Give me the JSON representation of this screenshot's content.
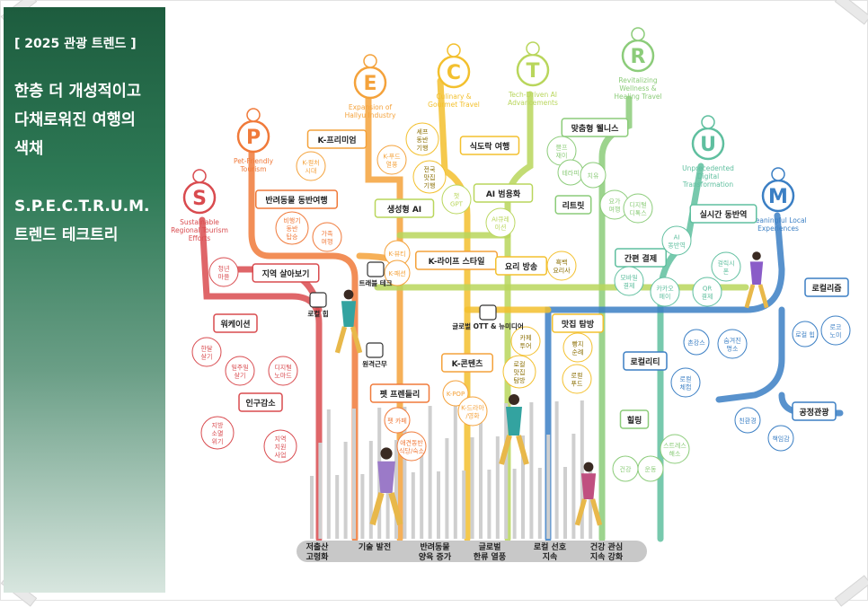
{
  "panel": {
    "tag": "[ 2025 관광 트렌드 ]",
    "headline": [
      "한층 더 개성적이고",
      "다채로워진 여행의",
      "색채"
    ],
    "subhead": [
      "S.P.E.C.T.R.U.M.",
      "트렌드 테크트리"
    ]
  },
  "colors": {
    "panel": "#2e7a56",
    "S": "#d94b4f",
    "P": "#f07a3a",
    "E": "#f4a23b",
    "C": "#f3c02e",
    "T": "#b9d65c",
    "R": "#8ccc7a",
    "U": "#5fbf9f",
    "M": "#3b7fc4"
  },
  "letters": [
    {
      "id": "S",
      "label": "Sustainable Regional Tourism Efforts"
    },
    {
      "id": "P",
      "label": "Pet-Friendly Tourism"
    },
    {
      "id": "E",
      "label": "Expansion of Hallyu Industry"
    },
    {
      "id": "C",
      "label": "Culinary & Gourmet Travel"
    },
    {
      "id": "T",
      "label": "Tech-Driven AI Advancements"
    },
    {
      "id": "R",
      "label": "Revitalizing Wellness & Healing Travel"
    },
    {
      "id": "U",
      "label": "Unprecedented Digital Transformation"
    },
    {
      "id": "M",
      "label": "Meaningful Local Experiences"
    }
  ],
  "boxes": [
    {
      "id": "k-premium",
      "text": "K-프리미엄"
    },
    {
      "id": "pet-travel",
      "text": "반려동물 동반여행"
    },
    {
      "id": "gen-ai",
      "text": "생성형 AI"
    },
    {
      "id": "restaurant",
      "text": "식도락 여행"
    },
    {
      "id": "ai-general",
      "text": "AI 범용화"
    },
    {
      "id": "wellness",
      "text": "맞춤형 웰니스"
    },
    {
      "id": "retreat",
      "text": "리트릿"
    },
    {
      "id": "realtime",
      "text": "실시간 동반역"
    },
    {
      "id": "simple-pay",
      "text": "간편 결제"
    },
    {
      "id": "local-living",
      "text": "지역 살아보기"
    },
    {
      "id": "k-life",
      "text": "K-라이프 스타일"
    },
    {
      "id": "cooking",
      "text": "요리 방송"
    },
    {
      "id": "localism",
      "text": "로컬리즘"
    },
    {
      "id": "workation",
      "text": "워케이션"
    },
    {
      "id": "tasty",
      "text": "맛집 탐방"
    },
    {
      "id": "locality",
      "text": "로컬리티"
    },
    {
      "id": "k-content",
      "text": "K-콘텐츠"
    },
    {
      "id": "petfam",
      "text": "펫 프렌들리"
    },
    {
      "id": "pop-decline",
      "text": "인구감소"
    },
    {
      "id": "healing",
      "text": "힐링"
    },
    {
      "id": "fair",
      "text": "공정관광"
    }
  ],
  "smalls": [
    {
      "id": "s1",
      "text": "K-컬처 시대"
    },
    {
      "id": "s2",
      "text": "K-푸드 열풍"
    },
    {
      "id": "s3",
      "text": "셰프 동반 기행"
    },
    {
      "id": "s4",
      "text": "전국 맛집 기행"
    },
    {
      "id": "s5",
      "text": "챗 GPT"
    },
    {
      "id": "s6",
      "text": "AI큐레 이션"
    },
    {
      "id": "s7",
      "text": "블프 재이"
    },
    {
      "id": "s8",
      "text": "테라피"
    },
    {
      "id": "s9",
      "text": "치유"
    },
    {
      "id": "s10",
      "text": "요가 여행"
    },
    {
      "id": "s11",
      "text": "디지털 디톡스"
    },
    {
      "id": "s12",
      "text": "AI 동반역"
    },
    {
      "id": "s13",
      "text": "모바일 결제"
    },
    {
      "id": "s14",
      "text": "카카오 페이"
    },
    {
      "id": "s15",
      "text": "QR 결제"
    },
    {
      "id": "s16",
      "text": "걸릭시 폰"
    },
    {
      "id": "s17",
      "text": "비행기 동반 탑승"
    },
    {
      "id": "s18",
      "text": "가족 여행"
    },
    {
      "id": "s19",
      "text": "K-뷰티"
    },
    {
      "id": "s20",
      "text": "K-패션"
    },
    {
      "id": "s21",
      "text": "흑백 요리사"
    },
    {
      "id": "s22",
      "text": "청년 마을"
    },
    {
      "id": "s23",
      "text": "로컬 힙"
    },
    {
      "id": "s24",
      "text": "로코 노미"
    },
    {
      "id": "s25",
      "text": "카페 투어"
    },
    {
      "id": "s26",
      "text": "빵지 순례"
    },
    {
      "id": "s27",
      "text": "로컬 맛집 탐방"
    },
    {
      "id": "s28",
      "text": "로컬 푸드"
    },
    {
      "id": "s29",
      "text": "한달 살기"
    },
    {
      "id": "s30",
      "text": "일주일 살기"
    },
    {
      "id": "s31",
      "text": "디지털 노마드"
    },
    {
      "id": "s32",
      "text": "촌캉스"
    },
    {
      "id": "s33",
      "text": "숨겨진 명소"
    },
    {
      "id": "s34",
      "text": "로컬 체험"
    },
    {
      "id": "s35",
      "text": "K-POP"
    },
    {
      "id": "s36",
      "text": "K-드라마 /영화"
    },
    {
      "id": "s37",
      "text": "펫 카페"
    },
    {
      "id": "s38",
      "text": "애견동반 식당/숙소"
    },
    {
      "id": "s39",
      "text": "지방 소멸 위기"
    },
    {
      "id": "s40",
      "text": "지역 지원 사업"
    },
    {
      "id": "s41",
      "text": "친환경"
    },
    {
      "id": "s42",
      "text": "책임감"
    },
    {
      "id": "s43",
      "text": "건강"
    },
    {
      "id": "s44",
      "text": "운동"
    },
    {
      "id": "s45",
      "text": "스트레스 해소"
    }
  ],
  "icons": [
    {
      "id": "i-travel-tech",
      "text": "트래블 테크"
    },
    {
      "id": "i-local",
      "text": "로컬 힙"
    },
    {
      "id": "i-remote",
      "text": "원격근무"
    },
    {
      "id": "i-ott",
      "text": "글로벌 OTT & 뉴미디어"
    }
  ],
  "roots": [
    "저출산 고령화",
    "기술 발전",
    "반려동물 양육 증가",
    "글로벌 한류 열풍",
    "로컬 선호 지속",
    "건강 관심 지속 강화"
  ]
}
